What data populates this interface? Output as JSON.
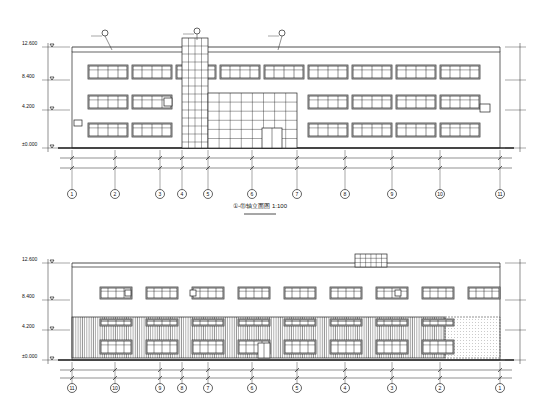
{
  "diagram": {
    "caption": "①-⑪轴立面图 1:100",
    "labels": [
      "12.600",
      "8.400",
      "4.200",
      "±0.000",
      "12.600",
      "8.400",
      "4.200",
      "±0.000",
      "1",
      "2",
      "3",
      "4",
      "5",
      "6",
      "7",
      "8",
      "9",
      "10",
      "11",
      "11",
      "10",
      "9",
      "8",
      "7",
      "6",
      "5",
      "4",
      "3",
      "2",
      "1"
    ]
  }
}
